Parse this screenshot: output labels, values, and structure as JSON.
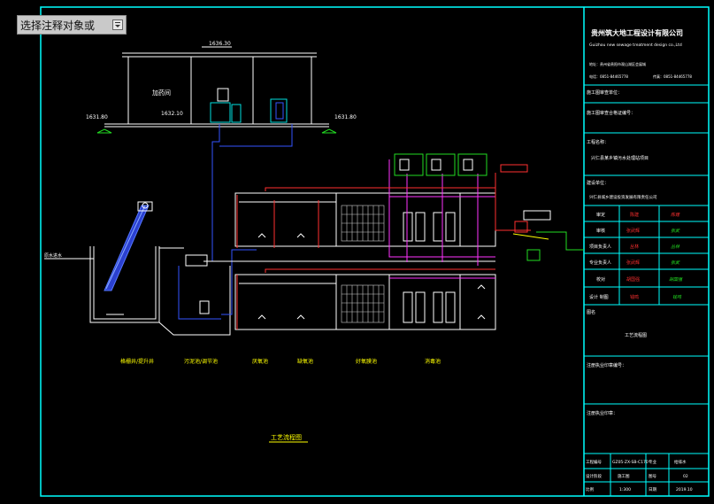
{
  "command_prompt": {
    "text": "选择注释对象或",
    "icon": "dropdown-icon"
  },
  "colors": {
    "frame": "#00ffff",
    "structure": "#ffffff",
    "pipe_blue": "#3355ff",
    "pipe_magenta": "#ff33ff",
    "pipe_red": "#ff3030",
    "text_yellow": "#ffff00",
    "text_green": "#22dd22",
    "equipment": "#00e0e0"
  },
  "elevations": {
    "roof": "1636.30",
    "ground_left": "1631.80",
    "ground_right": "1631.80",
    "floor": "1632.10"
  },
  "building": {
    "room_label": "加药间"
  },
  "process_labels": [
    "格栅井/提升井",
    "污泥池/调节池",
    "厌氧池",
    "缺氧池",
    "好氧膜池",
    "消毒池"
  ],
  "inlet_label": "原水进水",
  "drawing_title": "工艺流程图",
  "title_block": {
    "company": "贵州筑大地工程设计有限公司",
    "company_en": "Guizhou new sewage treatment design co.,Ltd",
    "address": "地址：贵州省贵阳市观山湖区会展城",
    "tel": "电话：0851-84465778",
    "fax": "传真：0851-84465778",
    "client_label": "施工图审查单位：",
    "cert_label": "施工图审查合格证编号：",
    "project_label": "工程名称：",
    "project_name": "兴仁县某乡镇污水处理站项目",
    "unit_label": "建设单位：",
    "unit_name": "兴仁县城乡建设投资发展有限责任公司",
    "roles": [
      {
        "role": "审定",
        "name": "陈建",
        "sign": "陈建"
      },
      {
        "role": "审核",
        "name": "张武辉",
        "sign": "张武"
      },
      {
        "role": "项目负责人",
        "name": "丛林",
        "sign": "丛林"
      },
      {
        "role": "专业负责人",
        "name": "张武辉",
        "sign": "张武"
      },
      {
        "role": "校对",
        "name": "胡国强",
        "sign": "胡国强"
      },
      {
        "role": "设计 制图",
        "name": "钱鸣",
        "sign": "钱鸣"
      }
    ],
    "drawing_name_label": "图名",
    "drawing_name": "工艺流程图",
    "stamp1_label": "注册执业印章编号：",
    "stamp2_label": "注册执业印章：",
    "bottom": {
      "project_no_label": "工程编号",
      "project_no": "GZ05-ZX-SB-C170",
      "spec_label": "专业",
      "spec": "给排水",
      "design_phase_label": "设计阶段",
      "design_phase": "施工图",
      "drawing_no_label": "图号",
      "drawing_no": "02",
      "scale_label": "比例",
      "scale": "1:300",
      "date_label": "日期",
      "date": "2019.10"
    }
  }
}
